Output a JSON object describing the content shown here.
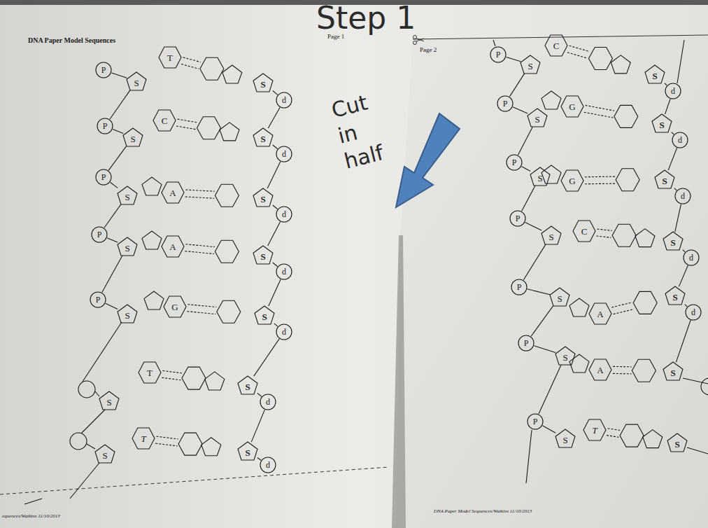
{
  "diagram": {
    "title": "DNA Paper Model Sequences",
    "nodes": [
      {
        "text": [
          "P"
        ]
      },
      {
        "text": [
          "S"
        ]
      },
      {
        "text": [
          "T"
        ]
      },
      {
        "text": [
          "S"
        ]
      },
      {
        "text": [
          "d"
        ]
      },
      {
        "text": [
          "P"
        ]
      },
      {
        "text": [
          "S"
        ]
      },
      {
        "text": [
          "C"
        ]
      },
      {
        "text": [
          "S"
        ]
      },
      {
        "text": [
          "d"
        ]
      },
      {
        "text": [
          "P"
        ]
      },
      {
        "text": [
          "S"
        ]
      },
      {
        "text": [
          "A"
        ]
      },
      {
        "text": [
          "S"
        ]
      },
      {
        "text": [
          "d"
        ]
      },
      {
        "text": [
          "P"
        ]
      },
      {
        "text": [
          "S"
        ]
      },
      {
        "text": [
          "A"
        ]
      },
      {
        "text": [
          "S"
        ]
      },
      {
        "text": [
          "d"
        ]
      },
      {
        "text": [
          "P"
        ]
      },
      {
        "text": [
          "S"
        ]
      },
      {
        "text": [
          "G"
        ]
      },
      {
        "text": [
          "S"
        ]
      },
      {
        "text": [
          "d"
        ]
      },
      {
        "text": [
          "S"
        ]
      },
      {
        "text": [
          "T"
        ]
      },
      {
        "text": [
          "S"
        ]
      },
      {
        "text": [
          "d"
        ]
      },
      {
        "text": [
          "S"
        ]
      },
      {
        "text": [
          "T"
        ]
      },
      {
        "text": [
          "S"
        ]
      },
      {
        "text": [
          "d"
        ]
      },
      {
        "text": [
          "P"
        ]
      },
      {
        "text": [
          "S"
        ]
      },
      {
        "text": [
          "C"
        ]
      },
      {
        "text": [
          "S"
        ]
      },
      {
        "text": [
          "d"
        ]
      },
      {
        "text": [
          "P"
        ]
      },
      {
        "text": [
          "S"
        ]
      },
      {
        "text": [
          "G"
        ]
      },
      {
        "text": [
          "S"
        ]
      },
      {
        "text": [
          "d"
        ]
      },
      {
        "text": [
          "P"
        ]
      },
      {
        "text": [
          "S"
        ]
      },
      {
        "text": [
          "G"
        ]
      },
      {
        "text": [
          "S"
        ]
      },
      {
        "text": [
          "d"
        ]
      },
      {
        "text": [
          "P"
        ]
      },
      {
        "text": [
          "S"
        ]
      },
      {
        "text": [
          "C"
        ]
      },
      {
        "text": [
          "S"
        ]
      },
      {
        "text": [
          "d"
        ]
      },
      {
        "text": [
          "P"
        ]
      },
      {
        "text": [
          "S"
        ]
      },
      {
        "text": [
          "A"
        ]
      },
      {
        "text": [
          "S"
        ]
      },
      {
        "text": [
          "d"
        ]
      },
      {
        "text": [
          "P"
        ]
      },
      {
        "text": [
          "S"
        ]
      },
      {
        "text": [
          "A"
        ]
      },
      {
        "text": [
          "S"
        ]
      },
      {
        "text": [
          "P"
        ]
      },
      {
        "text": [
          "S"
        ]
      },
      {
        "text": [
          "T"
        ]
      },
      {
        "text": [
          "S"
        ]
      }
    ],
    "edges": [
      {
        "from": 0,
        "to": 1,
        "arrow": "none"
      },
      {
        "from": 5,
        "to": 6,
        "arrow": "none"
      },
      {
        "from": 10,
        "to": 11,
        "arrow": "none"
      },
      {
        "from": 15,
        "to": 16,
        "arrow": "none"
      },
      {
        "from": 20,
        "to": 21,
        "arrow": "none"
      },
      {
        "from": 1,
        "to": 5,
        "arrow": "none"
      },
      {
        "from": 6,
        "to": 10,
        "arrow": "none"
      },
      {
        "from": 11,
        "to": 15,
        "arrow": "none"
      },
      {
        "from": 16,
        "to": 20,
        "arrow": "none"
      },
      {
        "from": 3,
        "to": 4,
        "arrow": "none"
      },
      {
        "from": 8,
        "to": 9,
        "arrow": "none"
      },
      {
        "from": 13,
        "to": 14,
        "arrow": "none"
      },
      {
        "from": 18,
        "to": 19,
        "arrow": "none"
      },
      {
        "from": 23,
        "to": 24,
        "arrow": "none"
      },
      {
        "from": 27,
        "to": 28,
        "arrow": "none"
      },
      {
        "from": 31,
        "to": 32,
        "arrow": "none"
      },
      {
        "from": 4,
        "to": 8,
        "arrow": "none"
      },
      {
        "from": 9,
        "to": 13,
        "arrow": "none"
      },
      {
        "from": 14,
        "to": 18,
        "arrow": "none"
      },
      {
        "from": 19,
        "to": 23,
        "arrow": "none"
      },
      {
        "from": 24,
        "to": 27,
        "arrow": "none"
      },
      {
        "from": 28,
        "to": 31,
        "arrow": "none"
      },
      {
        "from": 33,
        "to": 34,
        "arrow": "none"
      },
      {
        "from": 38,
        "to": 39,
        "arrow": "none"
      },
      {
        "from": 43,
        "to": 44,
        "arrow": "none"
      },
      {
        "from": 48,
        "to": 49,
        "arrow": "none"
      },
      {
        "from": 53,
        "to": 54,
        "arrow": "none"
      },
      {
        "from": 58,
        "to": 59,
        "arrow": "none"
      },
      {
        "from": 62,
        "to": 63,
        "arrow": "none"
      },
      {
        "from": 34,
        "to": 38,
        "arrow": "none"
      },
      {
        "from": 39,
        "to": 43,
        "arrow": "none"
      },
      {
        "from": 44,
        "to": 48,
        "arrow": "none"
      },
      {
        "from": 49,
        "to": 53,
        "arrow": "none"
      },
      {
        "from": 54,
        "to": 58,
        "arrow": "none"
      },
      {
        "from": 59,
        "to": 62,
        "arrow": "none"
      },
      {
        "from": 36,
        "to": 37,
        "arrow": "none"
      },
      {
        "from": 41,
        "to": 42,
        "arrow": "none"
      },
      {
        "from": 46,
        "to": 47,
        "arrow": "none"
      },
      {
        "from": 51,
        "to": 52,
        "arrow": "none"
      },
      {
        "from": 56,
        "to": 57,
        "arrow": "none"
      },
      {
        "from": 37,
        "to": 41,
        "arrow": "none"
      },
      {
        "from": 42,
        "to": 46,
        "arrow": "none"
      },
      {
        "from": 47,
        "to": 51,
        "arrow": "none"
      },
      {
        "from": 52,
        "to": 56,
        "arrow": "none"
      },
      {
        "from": 57,
        "to": 61,
        "arrow": "none"
      }
    ],
    "labels": [
      "Step 1",
      "Page 1",
      "Page 2",
      "Cut in half",
      "DNA Paper Model Sequences/Watkins 11/10/2013",
      "equences/Watkins 11/10/2013"
    ]
  }
}
